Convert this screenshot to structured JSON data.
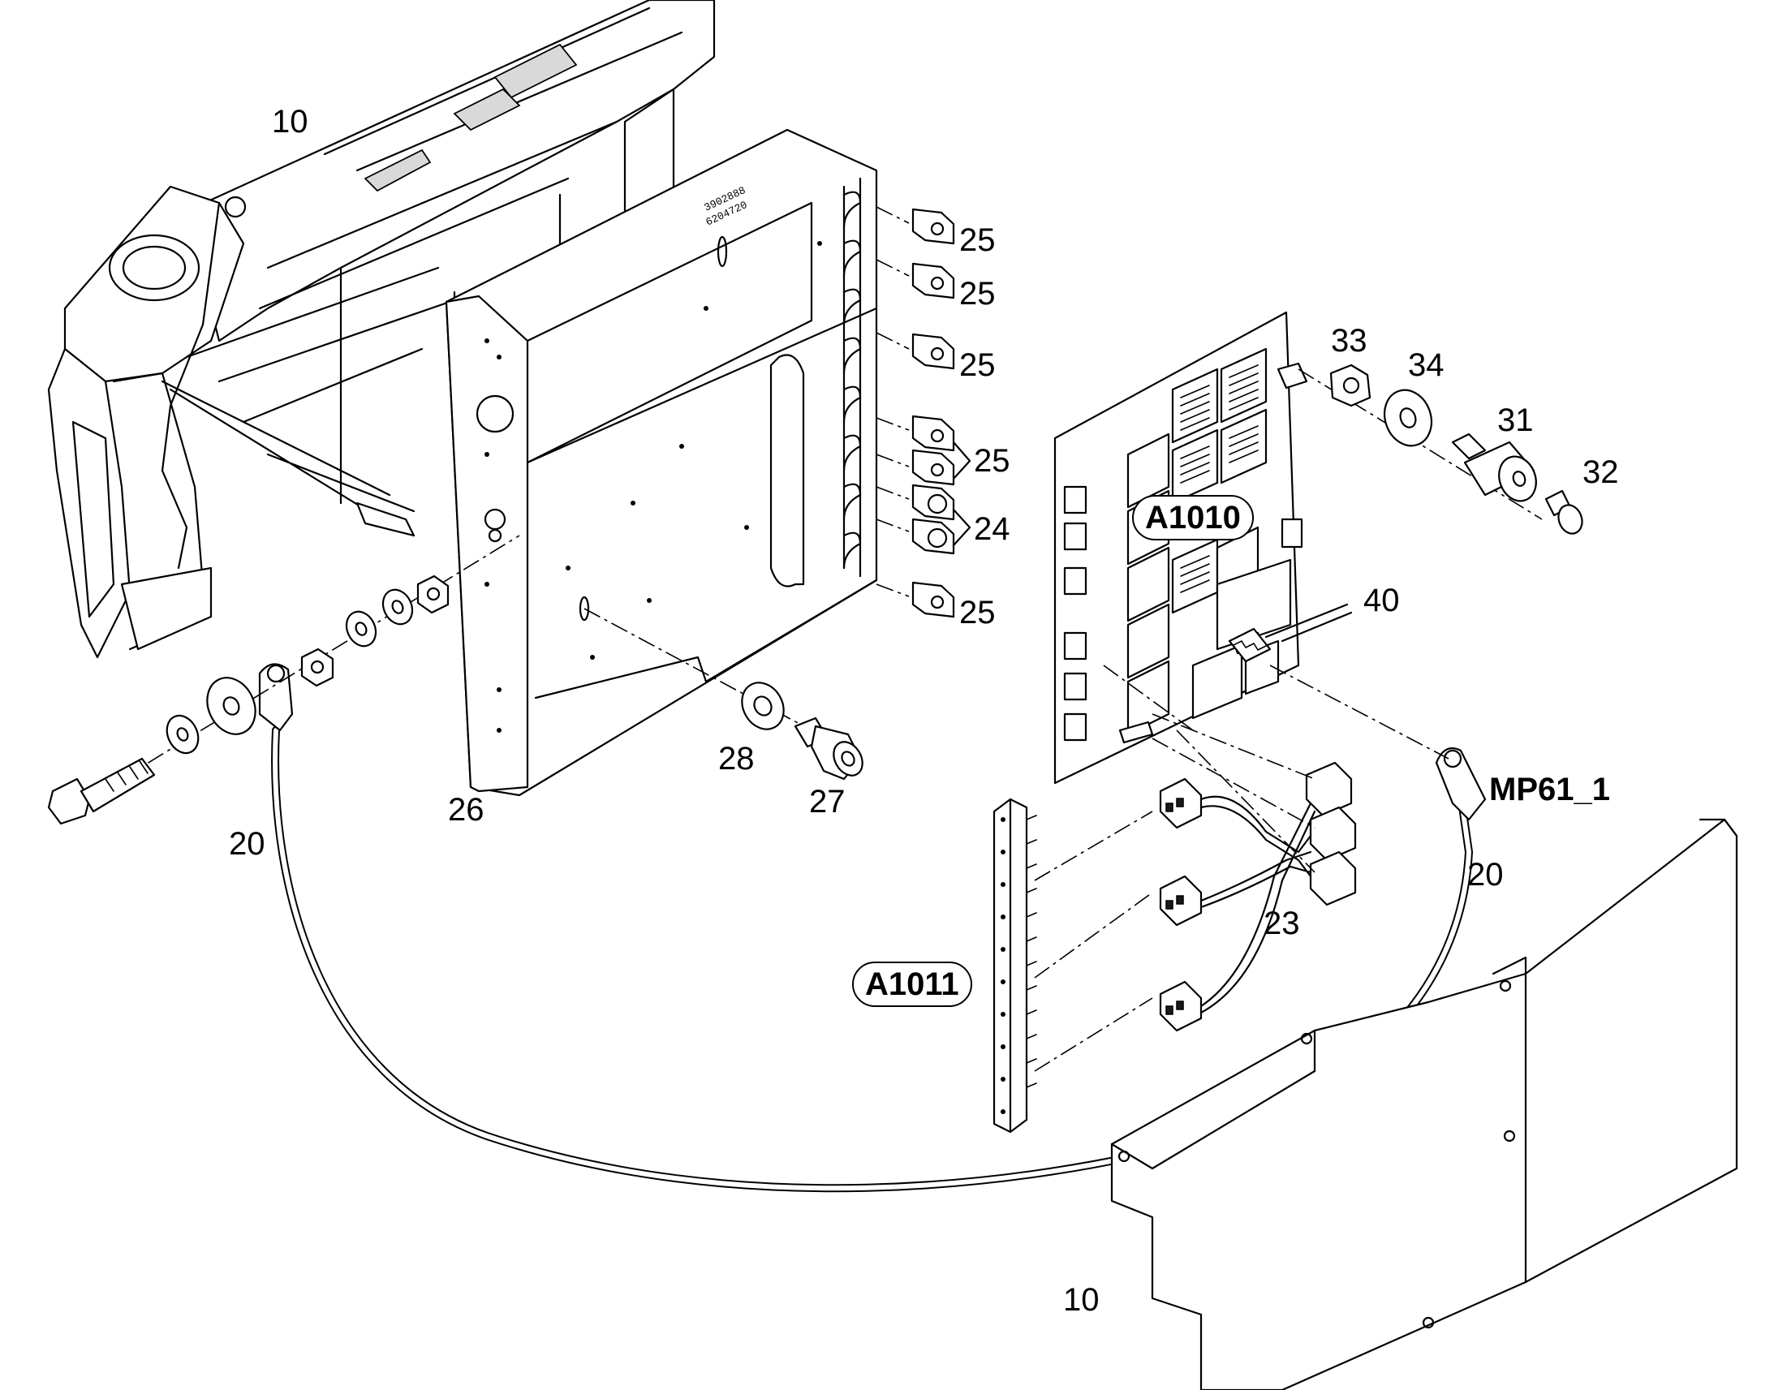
{
  "callouts": {
    "c10_top": "10",
    "c25_a": "25",
    "c25_b": "25",
    "c25_c": "25",
    "c25_d": "25",
    "c24": "24",
    "c25_e": "25",
    "c33": "33",
    "c34": "34",
    "c31": "31",
    "c32": "32",
    "c40": "40",
    "c28": "28",
    "c27": "27",
    "c26": "26",
    "c20_left": "20",
    "c20_right": "20",
    "c23": "23",
    "c10_bottom": "10",
    "mp61": "MP61_1"
  },
  "references": {
    "a1010": "A1010",
    "a1011": "A1011"
  },
  "colors": {
    "line": "#000000",
    "background": "#ffffff"
  }
}
